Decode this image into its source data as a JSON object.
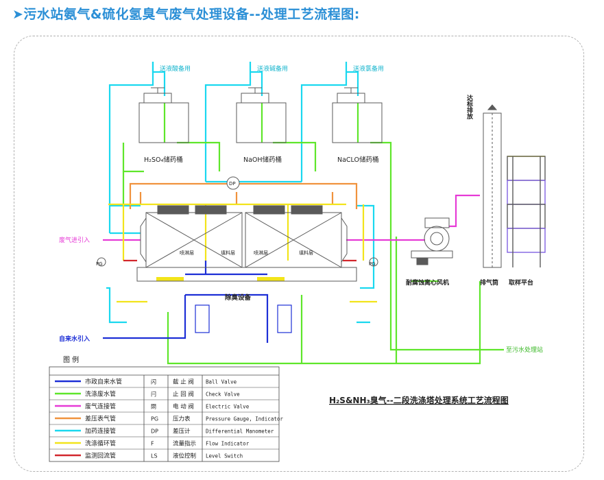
{
  "title": "➤污水站氨气&硫化氢臭气废气处理设备--处理工艺流程图:",
  "colors": {
    "cyan": "#19d8ef",
    "green": "#5ee62a",
    "magenta": "#e63ad6",
    "orange": "#f0923c",
    "blue": "#1c2ed6",
    "yellow": "#f2e41a",
    "red": "#d2262c",
    "gray": "#8a8a8a",
    "title": "#2b8fd6"
  },
  "tanks": [
    {
      "label": "H₂SO₄储药桶",
      "dosing": "送液酸备用"
    },
    {
      "label": "NaOH储药桶",
      "dosing": "送液碱备用"
    },
    {
      "label": "NaCLO储药桶",
      "dosing": "送液氯备用"
    }
  ],
  "labels": {
    "inlet": "废气进引入",
    "water_in": "自来水引入",
    "drain": "至污水处理站",
    "equipment": "除臭设备",
    "fan": "耐腐蚀离心风机",
    "stack": "排气筒",
    "platform": "取样平台",
    "emission": "达标排放",
    "pg_left": "PG",
    "pg_right": "PG",
    "pump": "DP",
    "sec_l1": "喷淋层",
    "sec_l2": "填料层",
    "sec_r1": "喷淋层",
    "sec_r2": "填料层",
    "system_title": "H₂S&NH₃臭气--二段洗涤塔处理系统工艺流程图"
  },
  "legend": {
    "header": "图  例",
    "pipes": [
      {
        "name": "市政自来水管",
        "color": "#1c2ed6"
      },
      {
        "name": "洗涤废水管",
        "color": "#5ee62a"
      },
      {
        "name": "废气连接管",
        "color": "#e63ad6"
      },
      {
        "name": "差压表气管",
        "color": "#f0923c"
      },
      {
        "name": "加药连接管",
        "color": "#19d8ef"
      },
      {
        "name": "洗涤循环管",
        "color": "#f2e41a"
      },
      {
        "name": "监测回流管",
        "color": "#d2262c"
      }
    ],
    "symbols": [
      {
        "cn": "截 止 阀",
        "en": "Ball Valve"
      },
      {
        "cn": "止 回 阀",
        "en": "Check Valve"
      },
      {
        "cn": "电 动 阀",
        "en": "Electric Valve"
      },
      {
        "cn": "压力表",
        "en": "Pressure Gauge, Indicator"
      },
      {
        "cn": "差压计",
        "en": "Differential Manometer"
      },
      {
        "cn": "流量指示",
        "en": "Flow Indicator"
      },
      {
        "cn": "液位控制",
        "en": "Level Switch"
      }
    ],
    "symbol_marks": [
      "闪",
      "闩",
      "閖",
      "PG",
      "DP",
      "F",
      "LS"
    ]
  }
}
